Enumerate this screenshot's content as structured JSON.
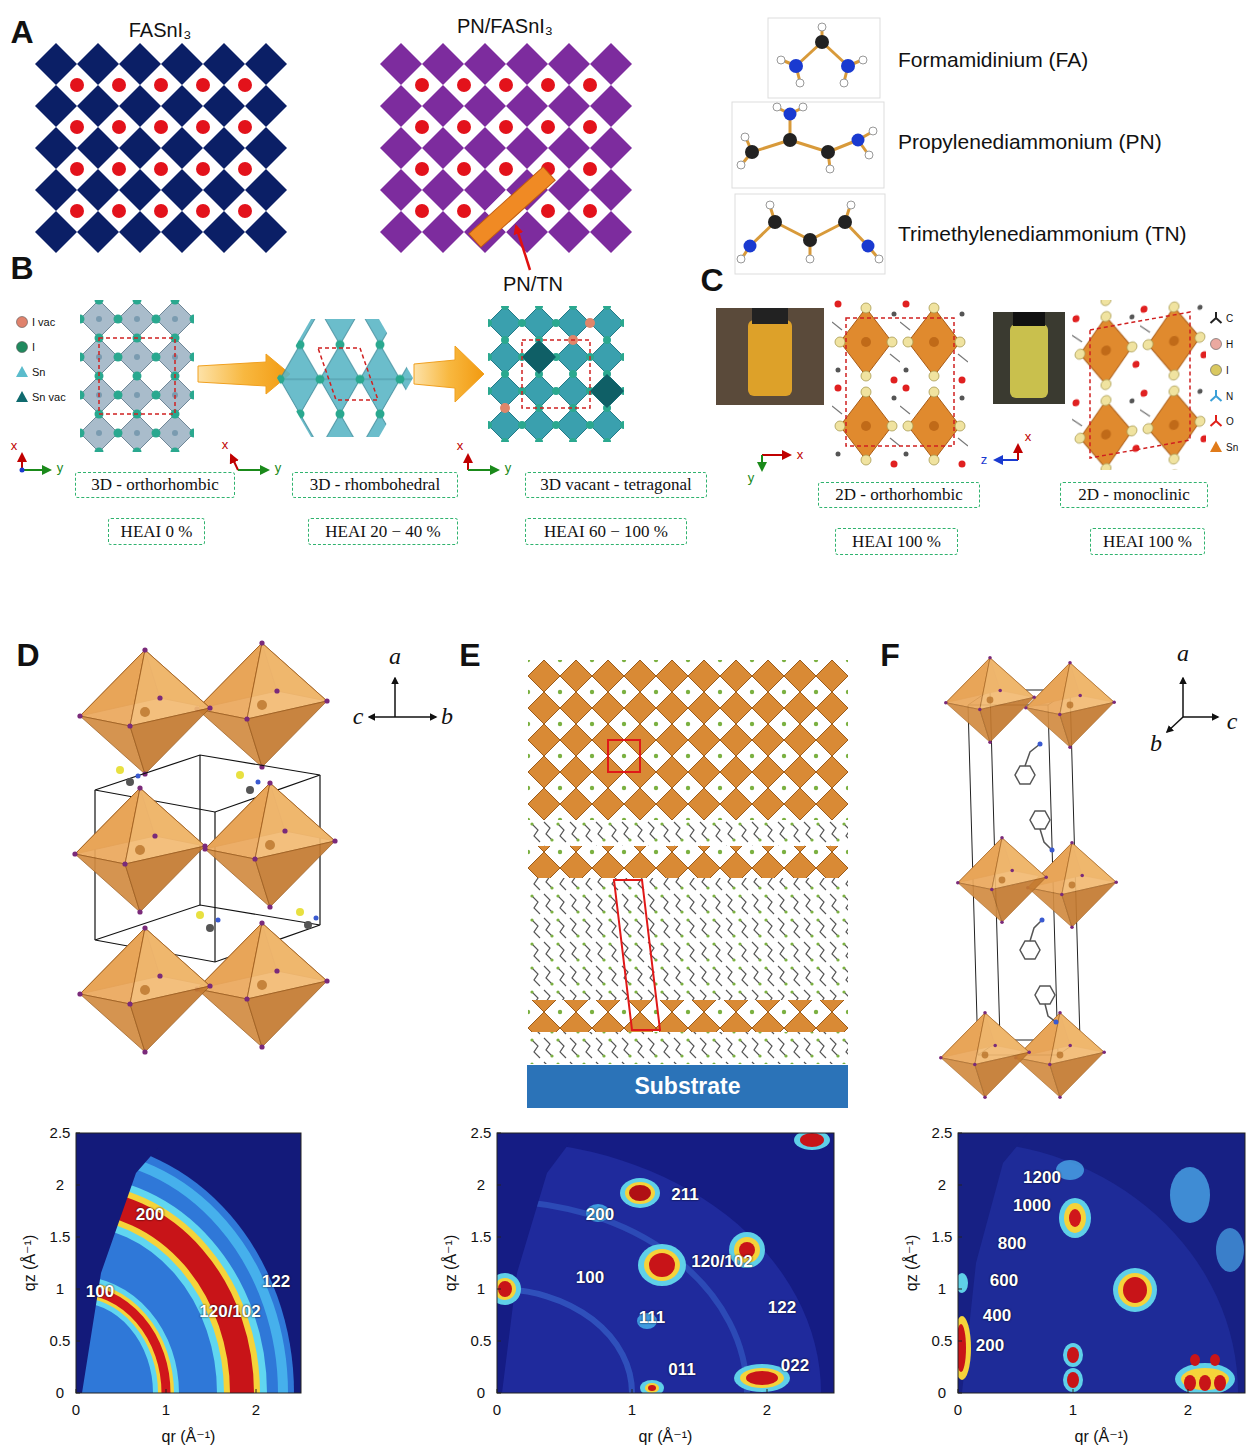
{
  "diagram": {
    "nodes": [
      {
        "text": [
          "3D - orthorhombic"
        ]
      },
      {
        "text": [
          "HEAI 0 %"
        ]
      },
      {
        "text": [
          "3D - rhombohedral"
        ]
      },
      {
        "text": [
          "HEAI 20 − 40 %"
        ]
      },
      {
        "text": [
          "3D vacant - tetragonal"
        ]
      },
      {
        "text": [
          "HEAI 60 − 100 %"
        ]
      },
      {
        "text": [
          "2D - orthorhombic"
        ]
      },
      {
        "text": [
          "HEAI 100 %"
        ]
      },
      {
        "text": [
          "2D - monoclinic"
        ]
      },
      {
        "text": [
          "HEAI 100 %"
        ]
      },
      {
        "text": [
          "Substrate"
        ]
      }
    ],
    "labels": [
      "A",
      "B",
      "C",
      "D",
      "E",
      "F",
      "FASnI₃",
      "PN/FASnI₃",
      "Formamidinium (FA)",
      "Propylenediammonium (PN)",
      "Trimethylenediammonium (TN)",
      "PN/TN",
      "x",
      "y",
      "x",
      "y",
      "x",
      "y",
      "x",
      "y",
      "z",
      "x",
      "a",
      "c",
      "b",
      "a",
      "b",
      "c",
      "2.5",
      "2",
      "1.5",
      "1",
      "0.5",
      "0",
      "0",
      "1",
      "2",
      "qz (Å⁻¹)",
      "qr (Å⁻¹)",
      "200",
      "100",
      "120/102",
      "122",
      "2.5",
      "2",
      "1.5",
      "1",
      "0.5",
      "0",
      "0",
      "1",
      "2",
      "qz (Å⁻¹)",
      "qr (Å⁻¹)",
      "200",
      "211",
      "100",
      "120/102",
      "111",
      "122",
      "011",
      "022",
      "2.5",
      "2",
      "1.5",
      "1",
      "0.5",
      "0",
      "0",
      "1",
      "2",
      "qz (Å⁻¹)",
      "qr (Å⁻¹)",
      "1200",
      "1000",
      "800",
      "600",
      "400",
      "200"
    ],
    "legend": [
      {
        "text": "I vac",
        "color": "#e0826c"
      },
      {
        "text": "I",
        "color": "#1f8a5e"
      },
      {
        "text": "Sn",
        "color": "#5bbccc"
      },
      {
        "text": "Sn vac",
        "color": "#0f6a6e"
      },
      {
        "text": "C",
        "color": "#222222"
      },
      {
        "text": "H",
        "color": "#eaa9a0"
      },
      {
        "text": "I",
        "color": "#d9c860"
      },
      {
        "text": "N",
        "color": "#3aa0d8"
      },
      {
        "text": "O",
        "color": "#e0201a"
      },
      {
        "text": "Sn",
        "color": "#e07b1a"
      }
    ]
  }
}
